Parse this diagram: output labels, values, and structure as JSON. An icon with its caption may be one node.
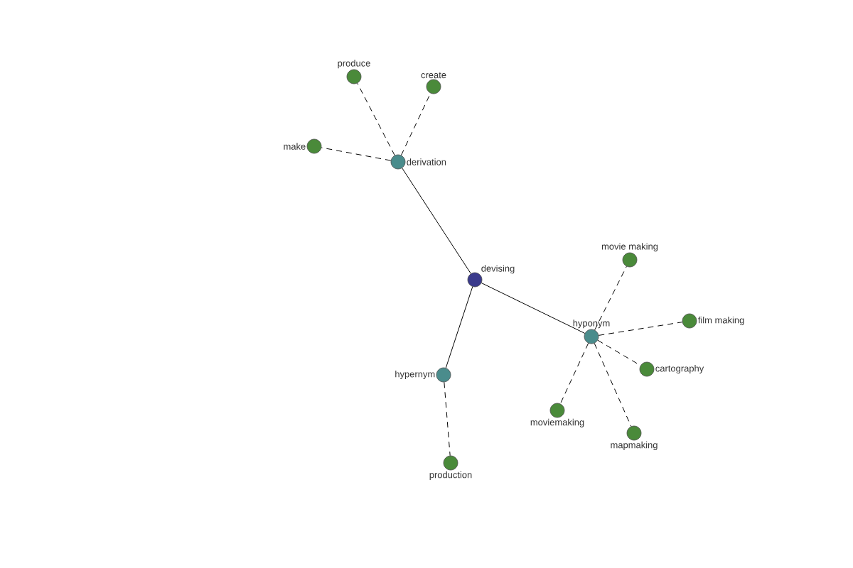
{
  "diagram": {
    "nodes": [
      {
        "text": [
          "devising"
        ]
      },
      {
        "text": [
          "derivation"
        ]
      },
      {
        "text": [
          "hypernym"
        ]
      },
      {
        "text": [
          "hyponym"
        ]
      },
      {
        "text": [
          "produce"
        ]
      },
      {
        "text": [
          "create"
        ]
      },
      {
        "text": [
          "make"
        ]
      },
      {
        "text": [
          "production"
        ]
      },
      {
        "text": [
          "movie making"
        ]
      },
      {
        "text": [
          "film making"
        ]
      },
      {
        "text": [
          "cartography"
        ]
      },
      {
        "text": [
          "moviemaking"
        ]
      },
      {
        "text": [
          "mapmaking"
        ]
      }
    ],
    "edges": [
      {
        "from": 0,
        "to": 1,
        "arrow": "none"
      },
      {
        "from": 0,
        "to": 2,
        "arrow": "none"
      },
      {
        "from": 0,
        "to": 3,
        "arrow": "none"
      },
      {
        "from": 1,
        "to": 4,
        "arrow": "none",
        "style": "dashed"
      },
      {
        "from": 1,
        "to": 5,
        "arrow": "none",
        "style": "dashed"
      },
      {
        "from": 1,
        "to": 6,
        "arrow": "none",
        "style": "dashed"
      },
      {
        "from": 2,
        "to": 7,
        "arrow": "none",
        "style": "dashed"
      },
      {
        "from": 3,
        "to": 8,
        "arrow": "none",
        "style": "dashed"
      },
      {
        "from": 3,
        "to": 9,
        "arrow": "none",
        "style": "dashed"
      },
      {
        "from": 3,
        "to": 10,
        "arrow": "none",
        "style": "dashed"
      },
      {
        "from": 3,
        "to": 11,
        "arrow": "none",
        "style": "dashed"
      },
      {
        "from": 3,
        "to": 12,
        "arrow": "none",
        "style": "dashed"
      }
    ]
  }
}
